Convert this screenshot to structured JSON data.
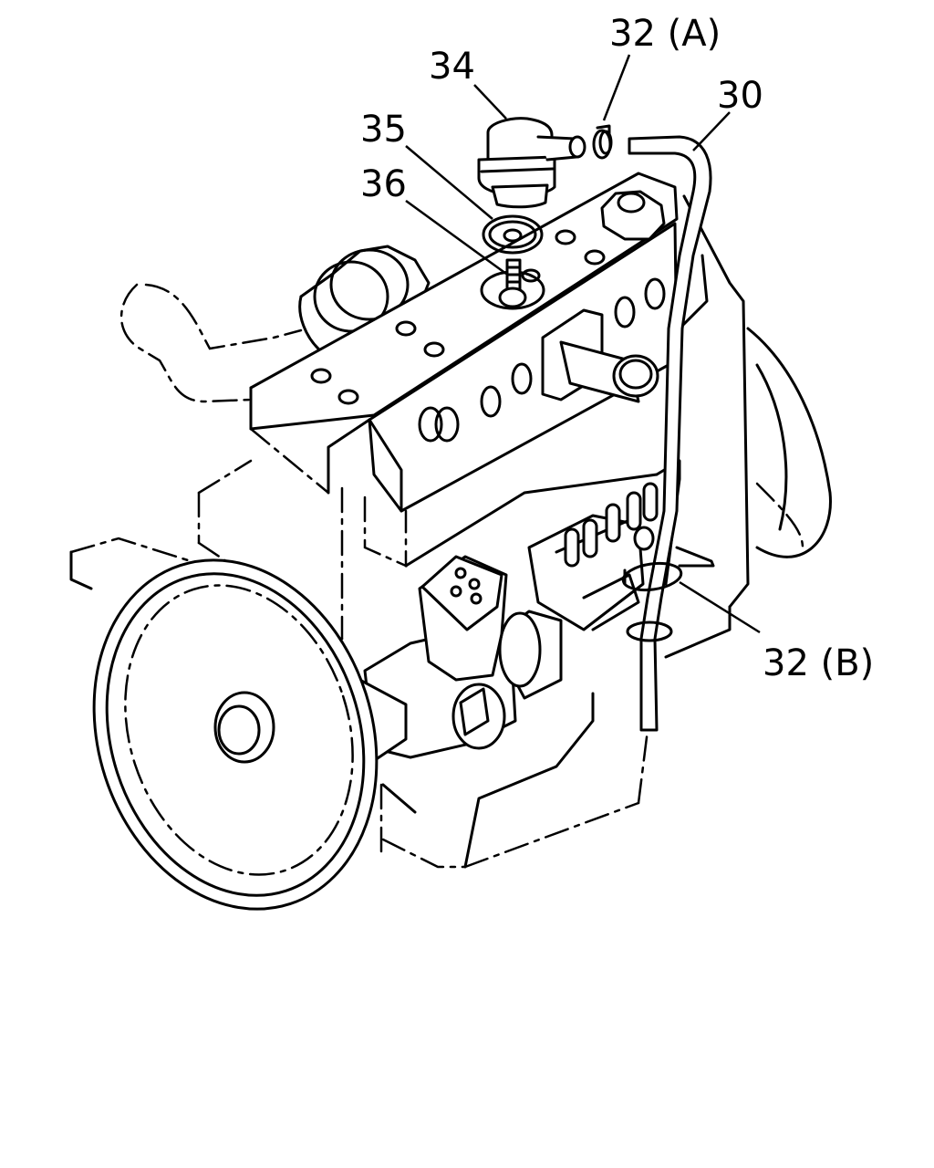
{
  "callouts": {
    "part_34": "34",
    "part_35": "35",
    "part_36": "36",
    "part_32a": "32 (A)",
    "part_30": "30",
    "part_32b": "32 (B)"
  },
  "colors": {
    "line": "#000000",
    "background": "#ffffff"
  }
}
